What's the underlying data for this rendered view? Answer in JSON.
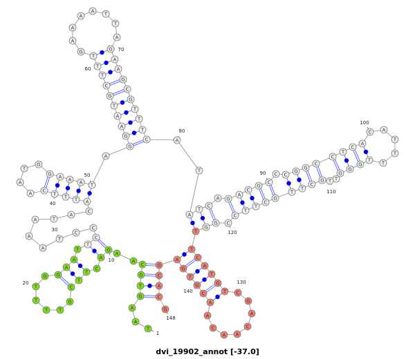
{
  "title": "dvi_19902_annot [-37.0]",
  "sequence": "TAAGTGCAAGACTTCGTTTTGGAATTCCCTAAATACATTTCAATGGAAATAGGAATGCTTTGAAAATTAGAAGCGTTTCATATCAGACGCCCGGCCTCACATTTTGGGTTGCTTGCTTCCGGTTCATGTCGACAACAACGTGAGCACG",
  "pairs": [
    [
      4,
      147
    ],
    [
      5,
      146
    ],
    [
      6,
      145
    ],
    [
      7,
      144
    ],
    [
      10,
      27
    ],
    [
      11,
      26
    ],
    [
      13,
      24
    ],
    [
      14,
      23
    ],
    [
      15,
      22
    ],
    [
      37,
      50
    ],
    [
      38,
      49
    ],
    [
      39,
      48
    ],
    [
      40,
      47
    ],
    [
      41,
      46
    ],
    [
      52,
      79
    ],
    [
      53,
      78
    ],
    [
      54,
      77
    ],
    [
      55,
      76
    ],
    [
      56,
      75
    ],
    [
      57,
      74
    ],
    [
      58,
      73
    ],
    [
      59,
      72
    ],
    [
      60,
      71
    ],
    [
      61,
      70
    ],
    [
      82,
      123
    ],
    [
      83,
      122
    ],
    [
      84,
      121
    ],
    [
      86,
      119
    ],
    [
      87,
      118
    ],
    [
      88,
      117
    ],
    [
      89,
      116
    ],
    [
      90,
      115
    ],
    [
      92,
      114
    ],
    [
      93,
      113
    ],
    [
      94,
      112
    ],
    [
      95,
      111
    ],
    [
      96,
      108
    ],
    [
      97,
      107
    ],
    [
      98,
      106
    ],
    [
      99,
      105
    ],
    [
      124,
      143
    ],
    [
      125,
      142
    ],
    [
      126,
      141
    ],
    [
      127,
      140
    ],
    [
      128,
      139
    ],
    [
      129,
      138
    ]
  ],
  "regions": [
    {
      "from": 1,
      "to": 25,
      "color": "#7fe01a"
    },
    {
      "from": 123,
      "to": 148,
      "color": "#f08070"
    }
  ],
  "default_color": "#f0f0f0",
  "pair_color": "#5060ff",
  "dot_color": "#0000ee",
  "position_labels": [
    "1",
    "10",
    "20",
    "30",
    "40",
    "50",
    "60",
    "70",
    "80",
    "90",
    "100",
    "110",
    "120",
    "130",
    "140",
    "148"
  ]
}
